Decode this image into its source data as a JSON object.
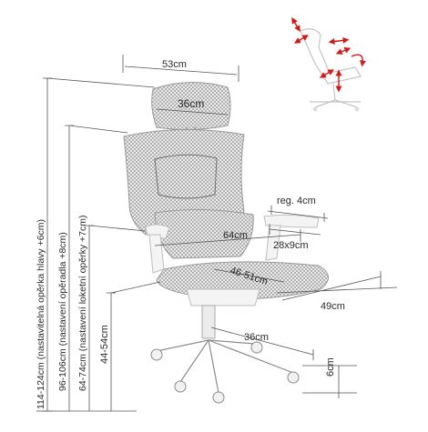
{
  "dimensions": {
    "width_overall": "53cm",
    "headrest_width": "36cm",
    "armrest_adjust": "reg. 4cm",
    "seat_width": "64cm",
    "armrest_pad": "28x9cm",
    "seat_depth": "46-51cm",
    "chair_depth": "49cm",
    "base_radius": "36cm",
    "caster_height": "6cm",
    "total_height": "114-124cm (nastavitelná opěrka hlavy +6cm)",
    "backrest_height": "96-106cm (nastavení opěradla +8cm)",
    "armrest_height": "64-74cm (nastavení loketní opěrky +7cm)",
    "seat_height": "44-54cm"
  },
  "colors": {
    "dimension_line": "#555555",
    "mesh": "#8a8a8a",
    "adjust_arrows": "#d11a1a"
  }
}
